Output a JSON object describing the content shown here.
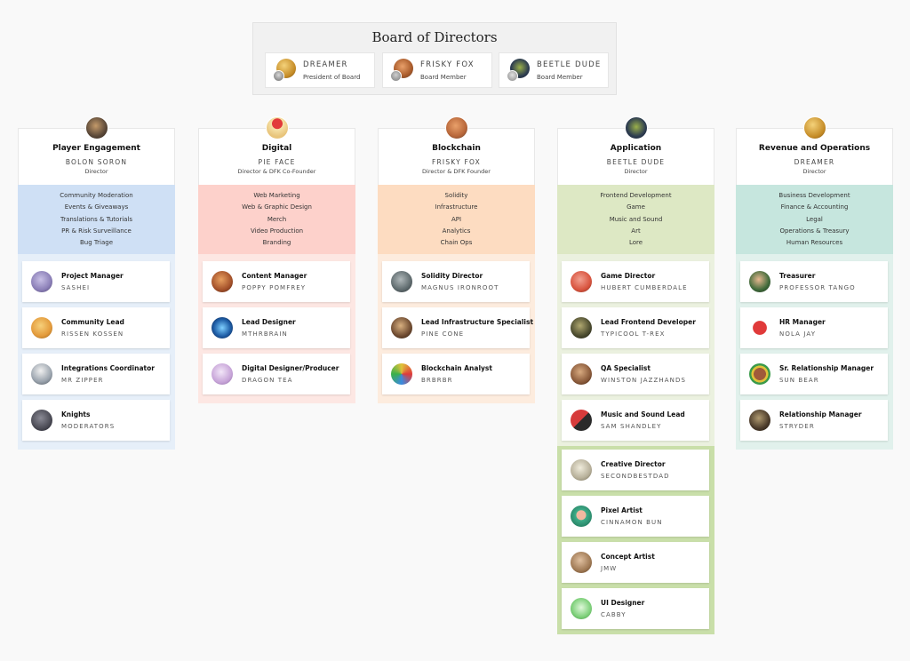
{
  "board": {
    "title": "Board of Directors",
    "members": [
      {
        "name": "DREAMER",
        "role": "President of Board",
        "colors": [
          "#d4a63a",
          "#6b6b6b"
        ]
      },
      {
        "name": "FRISKY FOX",
        "role": "Board Member",
        "colors": [
          "#b8673a",
          "#7a7a7a"
        ]
      },
      {
        "name": "BEETLE DUDE",
        "role": "Board Member",
        "colors": [
          "#2d3c50",
          "#8a8a8a"
        ]
      }
    ]
  },
  "departments": [
    {
      "title": "Player Engagement",
      "lead": "BOLON SORON",
      "lead_role": "Director",
      "head_color": "#5a4838",
      "skill_bg": "#cfe0f5",
      "body_bg": "#e6eff9",
      "skills": [
        "Community Moderation",
        "Events & Giveaways",
        "Translations & Tutorials",
        "PR & Risk Surveillance",
        "Bug Triage"
      ],
      "members": [
        {
          "role": "Project Manager",
          "name": "SASHEI",
          "color": "#8b7fb7"
        },
        {
          "role": "Community Lead",
          "name": "RISSEN KOSSEN",
          "color": "#e39a3b"
        },
        {
          "role": "Integrations Coordinator",
          "name": "MR ZIPPER",
          "color": "#9aa3ad"
        },
        {
          "role": "Knights",
          "name": "MODERATORS",
          "color": "#4b4b55"
        }
      ]
    },
    {
      "title": "Digital",
      "lead": "PIE FACE",
      "lead_role": "Director & DFK Co-Founder",
      "head_color": "#f2d69a",
      "skill_bg": "#fdd1cb",
      "body_bg": "#fde7e3",
      "skills": [
        "Web Marketing",
        "Web & Graphic Design",
        "Merch",
        "Video Production",
        "Branding"
      ],
      "members": [
        {
          "role": "Content Manager",
          "name": "POPPY POMFREY",
          "color": "#a4512a"
        },
        {
          "role": "Lead Designer",
          "name": "MTHRBRAIN",
          "color": "#1f5fa8"
        },
        {
          "role": "Digital Designer/Producer",
          "name": "DRAGON TEA",
          "color": "#c7a4d8"
        }
      ]
    },
    {
      "title": "Blockchain",
      "lead": "FRISKY FOX",
      "lead_role": "Director & DFK Founder",
      "head_color": "#b8673a",
      "skill_bg": "#fddcc1",
      "body_bg": "#fdecde",
      "skills": [
        "Solidity",
        "Infrastructure",
        "API",
        "Analytics",
        "Chain Ops"
      ],
      "members": [
        {
          "role": "Solidity Director",
          "name": "MAGNUS IRONROOT",
          "color": "#5f6b6e"
        },
        {
          "role": "Lead Infrastructure Specialist",
          "name": "PINE CONE",
          "color": "#6e4a30"
        },
        {
          "role": "Blockchain Analyst",
          "name": "BRBRBR",
          "color": "#e0c23a"
        }
      ]
    },
    {
      "title": "Application",
      "lead": "BEETLE DUDE",
      "lead_role": "Director",
      "head_color": "#2d3c50",
      "skill_bg": "#dde8c4",
      "body_bg": "#ebf1df",
      "skills": [
        "Frontend Development",
        "Game",
        "Music and Sound",
        "Art",
        "Lore"
      ],
      "members": [
        {
          "role": "Game Director",
          "name": "HUBERT CUMBERDALE",
          "color": "#d8543f"
        },
        {
          "role": "Lead Frontend Developer",
          "name": "TYPICOOL T-REX",
          "color": "#4a4a2e"
        },
        {
          "role": "QA Specialist",
          "name": "WINSTON JAZZHANDS",
          "color": "#8a5a3a"
        },
        {
          "role": "Music and Sound Lead",
          "name": "SAM SHANDLEY",
          "color": "#d63b3b"
        }
      ],
      "creative": [
        {
          "role": "Creative Director",
          "name": "SECONDBESTDAD",
          "color": "#b7b09a"
        },
        {
          "role": "Pixel Artist",
          "name": "CINNAMON BUN",
          "color": "#3fae8a"
        },
        {
          "role": "Concept Artist",
          "name": "JMW",
          "color": "#a07a55"
        },
        {
          "role": "UI Designer",
          "name": "CABBY",
          "color": "#7ed07a"
        }
      ]
    },
    {
      "title": "Revenue and Operations",
      "lead": "DREAMER",
      "lead_role": "Director",
      "head_color": "#d4a63a",
      "skill_bg": "#c6e6de",
      "body_bg": "#e1f1ec",
      "skills": [
        "Business Development",
        "Finance & Accounting",
        "Legal",
        "Operations & Treasury",
        "Human Resources"
      ],
      "members": [
        {
          "role": "Treasurer",
          "name": "PROFESSOR TANGO",
          "color": "#3f6a3a"
        },
        {
          "role": "HR Manager",
          "name": "NOLA JAY",
          "color": "#e03a3a"
        },
        {
          "role": "Sr. Relationship Manager",
          "name": "SUN BEAR",
          "color": "#3a9a4a"
        },
        {
          "role": "Relationship Manager",
          "name": "STRYDER",
          "color": "#4a3a2a"
        }
      ]
    }
  ]
}
